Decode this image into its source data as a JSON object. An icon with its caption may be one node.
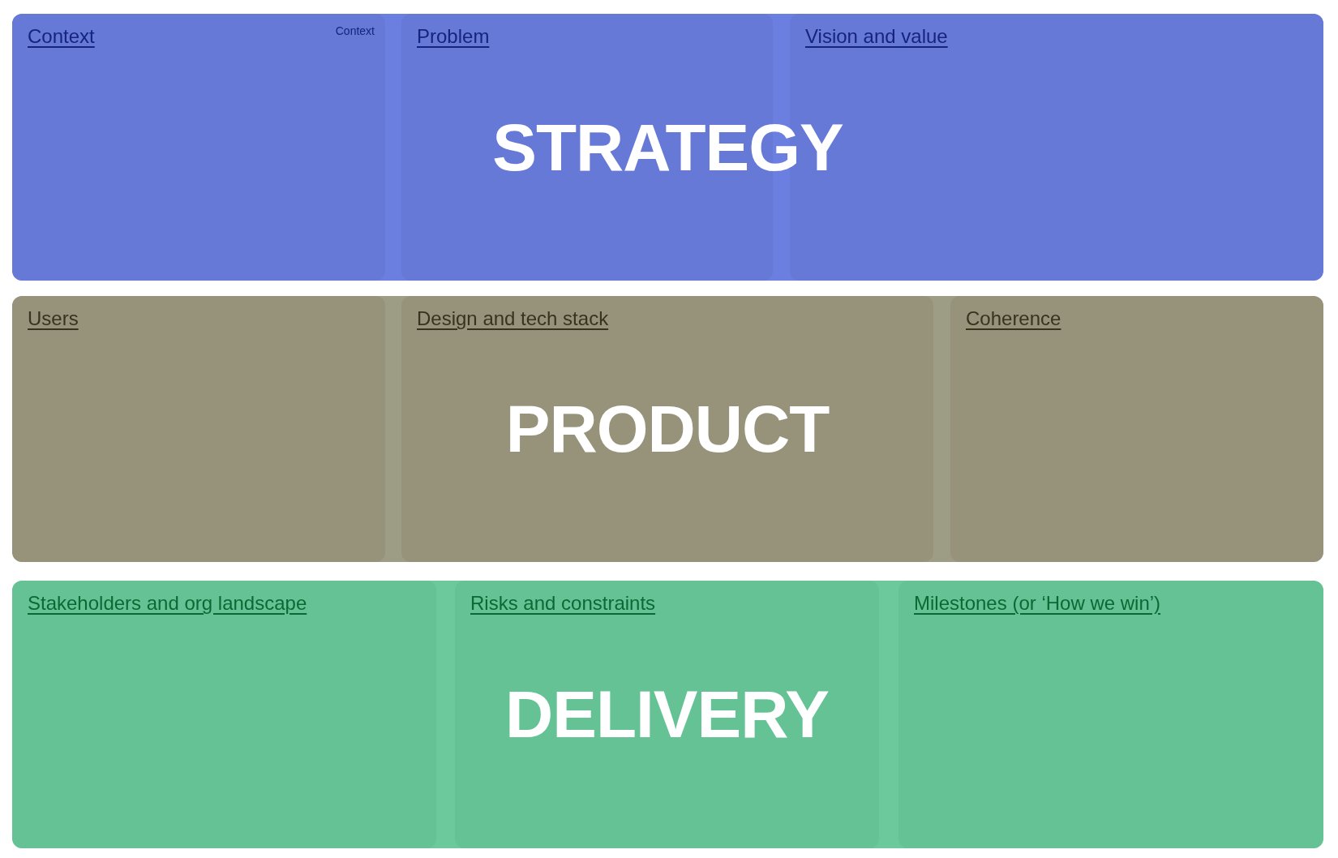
{
  "diagram": {
    "nodes": [
      {
        "text": [],
        "shape": "box"
      },
      {
        "text": [
          "Context",
          "Context"
        ],
        "in": 0
      },
      {
        "text": [
          "Problem"
        ],
        "in": 0
      },
      {
        "text": [
          "Vision and value"
        ],
        "in": 0
      },
      {
        "text": [
          "STRATEGY"
        ],
        "in": 0
      },
      {
        "text": [],
        "shape": "box"
      },
      {
        "text": [
          "Users"
        ],
        "in": 5
      },
      {
        "text": [
          "Design and tech stack"
        ],
        "in": 5
      },
      {
        "text": [
          "Coherence"
        ],
        "in": 5
      },
      {
        "text": [
          "PRODUCT"
        ],
        "in": 7
      },
      {
        "text": [],
        "shape": "box"
      },
      {
        "text": [
          "Stakeholders and org landscape"
        ],
        "in": 10
      },
      {
        "text": [
          "Risks and constraints"
        ],
        "in": 10
      },
      {
        "text": [
          "Milestones (or ‘How we win’)"
        ],
        "in": 10
      },
      {
        "text": [
          "DELIVERY"
        ],
        "in": 12
      }
    ]
  }
}
